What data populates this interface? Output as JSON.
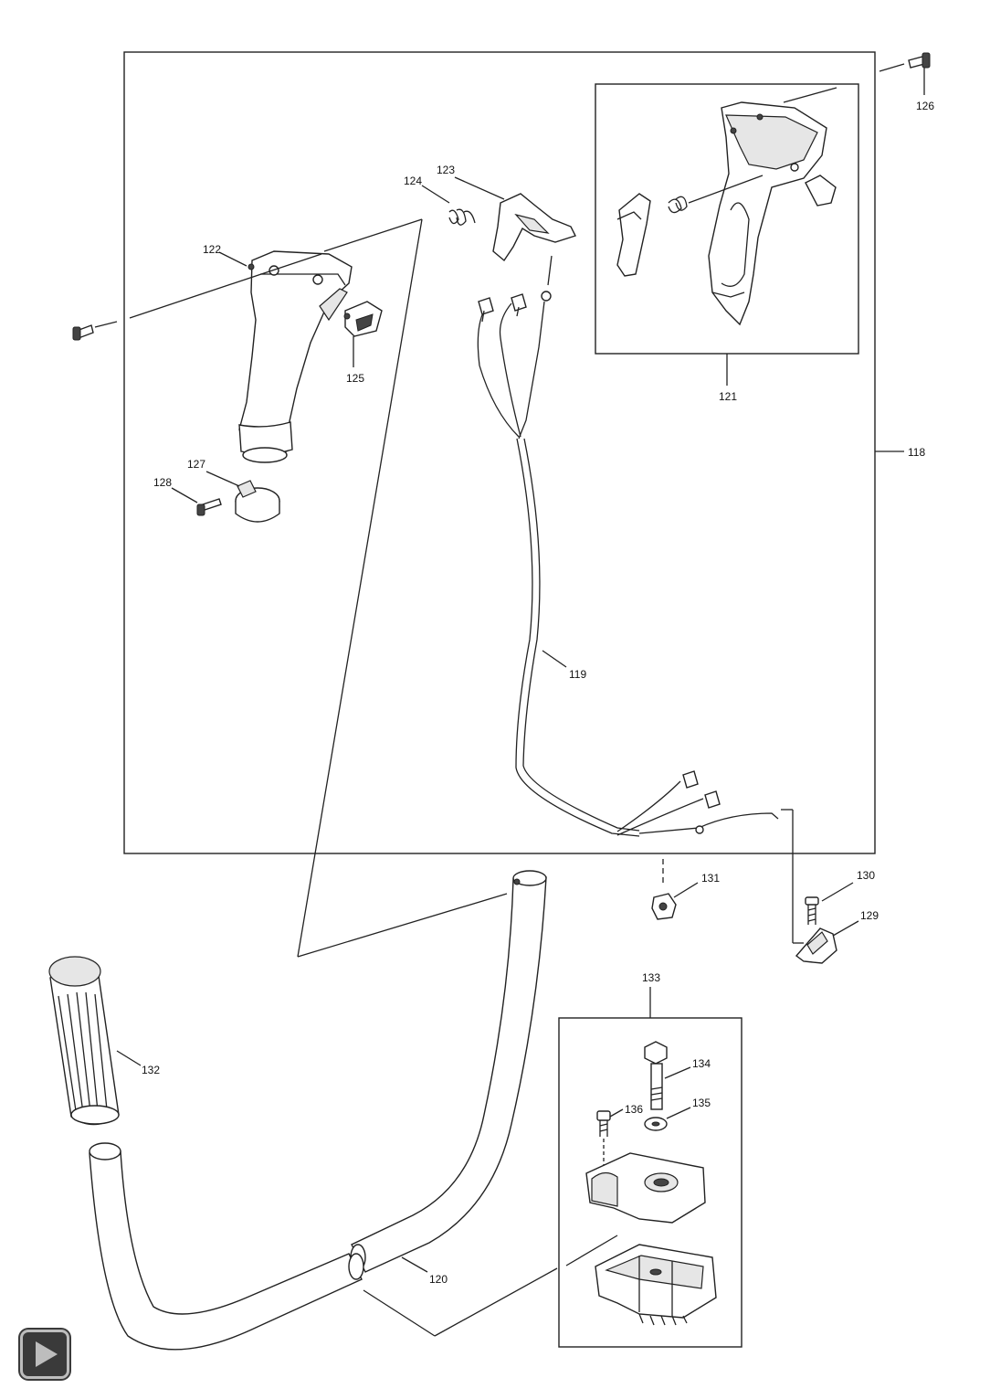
{
  "diagram": {
    "part_numbers": {
      "p118": "118",
      "p119": "119",
      "p120": "120",
      "p121": "121",
      "p122": "122",
      "p123": "123",
      "p124": "124",
      "p125": "125",
      "p126": "126",
      "p127": "127",
      "p128": "128",
      "p129": "129",
      "p130": "130",
      "p131": "131",
      "p132": "132",
      "p133": "133",
      "p134": "134",
      "p135": "135",
      "p136": "136"
    }
  },
  "navigation": {
    "play_icon": "play-icon"
  }
}
